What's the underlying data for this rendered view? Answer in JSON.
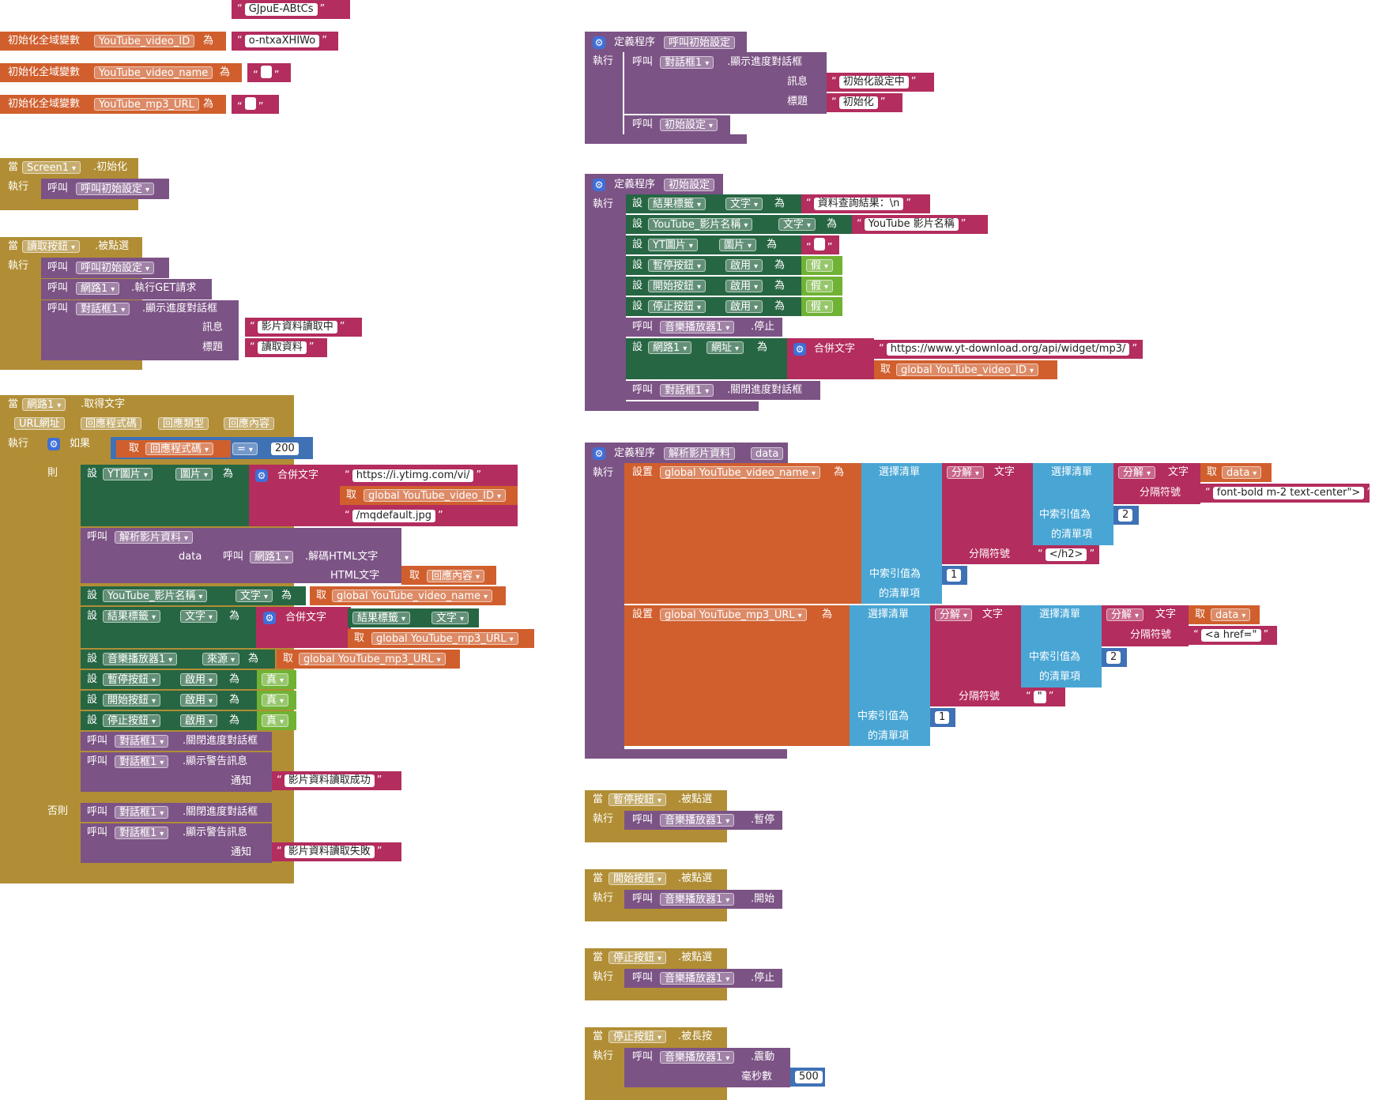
{
  "left": {
    "orphan_text": "GJpuE-ABtCs",
    "globals": [
      {
        "label": "初始化全域變數",
        "name": "YouTube_video_ID",
        "as": "為",
        "value": "o-ntxaXHIWo"
      },
      {
        "label": "初始化全域變數",
        "name": "YouTube_video_name",
        "as": "為",
        "value": ""
      },
      {
        "label": "初始化全域變數",
        "name": "YouTube_mp3_URL",
        "as": "為",
        "value": ""
      }
    ],
    "screen_init": {
      "when": "當",
      "component": "Screen1",
      "event": ".初始化",
      "do": "執行",
      "call": "呼叫",
      "proc": "呼叫初始設定"
    },
    "read_click": {
      "when": "當",
      "component": "讀取按鈕",
      "event": ".被點選",
      "do": "執行",
      "call1": "呼叫",
      "proc": "呼叫初始設定",
      "call2": "呼叫",
      "web": "網路1",
      "get": ".執行GET請求",
      "call3": "呼叫",
      "dialog": "對話框1",
      "show": ".顯示進度對話框",
      "msg_label": "訊息",
      "msg": "影片資料讀取中",
      "title_label": "標題",
      "title": "讀取資料"
    },
    "got_text": {
      "when": "當",
      "component": "網路1",
      "event": ".取得文字",
      "params": [
        "URL網址",
        "回應程式碼",
        "回應類型",
        "回應內容"
      ],
      "do": "執行",
      "if": "如果",
      "then": "則",
      "else": "否則",
      "get": "取",
      "resp_code": "回應程式碼",
      "op": "=",
      "code_value": "200",
      "set": "設",
      "as": "為",
      "call": "呼叫",
      "yt_img": "YT圖片",
      "picture": "圖片",
      "join": "合併文字",
      "url_prefix": "https://i.ytimg.com/vi/",
      "video_id_var": "global YouTube_video_ID",
      "url_suffix": "/mqdefault.jpg",
      "parse_proc": "解析影片資料",
      "data_label": "data",
      "web": "網路1",
      "decode": ".解碼HTML文字",
      "html_label": "HTML文字",
      "resp_content": "回應內容",
      "name_label": "YouTube_影片名稱",
      "text_prop": "文字",
      "video_name_var": "global YouTube_video_name",
      "result_label": "結果標籤",
      "mp3_var": "global YouTube_mp3_URL",
      "player": "音樂播放器1",
      "source": "來源",
      "pause_btn": "暫停按鈕",
      "start_btn": "開始按鈕",
      "stop_btn": "停止按鈕",
      "enabled": "啟用",
      "true": "真",
      "dialog": "對話框1",
      "close_dialog": ".關閉進度對話框",
      "show_alert": ".顯示警告訊息",
      "notice_label": "通知",
      "success_msg": "影片資料讀取成功",
      "fail_msg": "影片資料讀取失敗"
    }
  },
  "right": {
    "proc_init_call": {
      "define": "定義程序",
      "name": "呼叫初始設定",
      "do": "執行",
      "call": "呼叫",
      "dialog": "對話框1",
      "show": ".顯示進度對話框",
      "msg_label": "訊息",
      "msg": "初始化設定中",
      "title_label": "標題",
      "title": "初始化",
      "proc": "初始設定"
    },
    "proc_init": {
      "define": "定義程序",
      "name": "初始設定",
      "do": "執行",
      "set": "設",
      "as": "為",
      "call": "呼叫",
      "get": "取",
      "result_label": "結果標籤",
      "text_prop": "文字",
      "result_text": "資料查詢結果：\\n",
      "name_label": "YouTube_影片名稱",
      "name_text": "YouTube 影片名稱",
      "yt_img": "YT圖片",
      "picture": "圖片",
      "img_text": "",
      "pause_btn": "暫停按鈕",
      "start_btn": "開始按鈕",
      "stop_btn": "停止按鈕",
      "enabled": "啟用",
      "false": "假",
      "player": "音樂播放器1",
      "stop": ".停止",
      "web": "網路1",
      "url_prop": "網址",
      "join": "合併文字",
      "api_url": "https://www.yt-download.org/api/widget/mp3/",
      "video_id_var": "global YouTube_video_ID",
      "dialog": "對話框1",
      "close_dialog": ".關閉進度對話框"
    },
    "proc_parse": {
      "define": "定義程序",
      "name": "解析影片資料",
      "param": "data",
      "do": "執行",
      "set": "設置",
      "as": "為",
      "get": "取",
      "video_name_var": "global YouTube_video_name",
      "mp3_var": "global YouTube_mp3_URL",
      "select_list": "選擇清單",
      "split": "分解",
      "text": "文字",
      "sep_label": "分隔符號",
      "index_label": "中索引值為",
      "list_item": "的清單項",
      "data": "data",
      "sep1": "font-bold m-2 text-center\">",
      "sep2": "</h2>",
      "idx_a": "2",
      "idx_b": "1",
      "sep3": "<a href=\"",
      "sep4": "\"",
      "idx_c": "2",
      "idx_d": "1"
    },
    "events": [
      {
        "when": "當",
        "component": "暫停按鈕",
        "event": ".被點選",
        "do": "執行",
        "call": "呼叫",
        "player": "音樂播放器1",
        "method": ".暫停"
      },
      {
        "when": "當",
        "component": "開始按鈕",
        "event": ".被點選",
        "do": "執行",
        "call": "呼叫",
        "player": "音樂播放器1",
        "method": ".開始"
      },
      {
        "when": "當",
        "component": "停止按鈕",
        "event": ".被點選",
        "do": "執行",
        "call": "呼叫",
        "player": "音樂播放器1",
        "method": ".停止"
      },
      {
        "when": "當",
        "component": "停止按鈕",
        "event": ".被長按",
        "do": "執行",
        "call": "呼叫",
        "player": "音樂播放器1",
        "method": ".震動",
        "ms_label": "毫秒數",
        "ms": "500"
      }
    ]
  },
  "glyphs": {
    "dropdown": "▾",
    "quote_open": "“",
    "quote_close": "”",
    "gear": "⚙"
  },
  "colors": {
    "variable": "#d05f2d",
    "event": "#b18e35",
    "procedure": "#7c5385",
    "component": "#266643",
    "text": "#b32d5e",
    "logic": "#70b234",
    "math": "#3f71b5",
    "list": "#49a6d4"
  }
}
